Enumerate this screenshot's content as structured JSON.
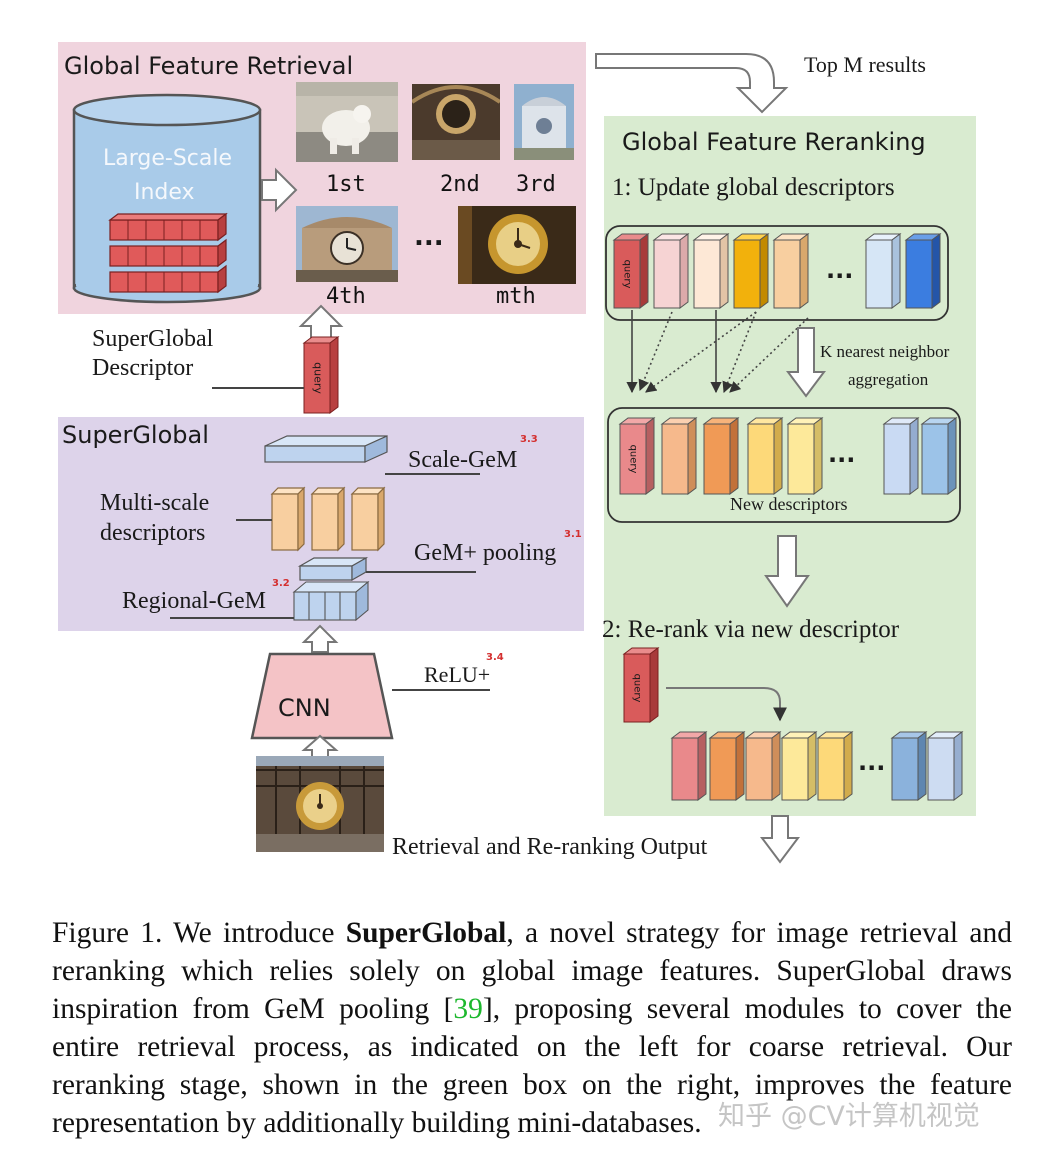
{
  "panels": {
    "global_feature_retrieval": "Global Feature Retrieval",
    "superglobal": "SuperGlobal",
    "global_feature_reranking": "Global Feature Reranking"
  },
  "index": {
    "line1": "Large-Scale",
    "line2": "Index"
  },
  "ranks": [
    "1st",
    "2nd",
    "3rd",
    "4th",
    "mth"
  ],
  "ellipsis": "...",
  "top_m": "Top M results",
  "descriptor_label": {
    "line1": "SuperGlobal",
    "line2": "Descriptor"
  },
  "query": "query",
  "modules": {
    "scale_gem": "Scale-GeM",
    "scale_gem_ref": "3.3",
    "multiscale": {
      "line1": "Multi-scale",
      "line2": "descriptors"
    },
    "gem_plus": "GeM+ pooling",
    "gem_plus_ref": "3.1",
    "regional_gem": "Regional-GeM",
    "regional_gem_ref": "3.2",
    "cnn": "CNN",
    "relu": "ReLU+",
    "relu_ref": "3.4"
  },
  "rerank": {
    "step1": "1: Update global descriptors",
    "knn": {
      "line1": "K nearest neighbor",
      "line2": "aggregation"
    },
    "new_descriptors": "New descriptors",
    "step2": "2: Re-rank via new descriptor"
  },
  "output": "Retrieval and Re-ranking Output",
  "caption": {
    "p1": "Figure 1. We introduce ",
    "bold": "SuperGlobal",
    "p2": ", a novel strategy for image retrieval and reranking which relies solely on global image features. SuperGlobal draws inspiration from GeM pooling [",
    "cite": "39",
    "p3": "], proposing several modules to cover the entire retrieval process, as indicated on the left for coarse retrieval. Our reranking stage, shown in the green box on the right, improves the feature representation by additionally building mini-databases."
  },
  "watermark": "知乎 @CV计算机视觉",
  "colors": {
    "retrieval_panel": "#f0d4de",
    "superglobal_panel": "#ddd3ea",
    "reranking_panel": "#d9ebd0",
    "query_red": "#d95b5b",
    "ref_red": "#d43030",
    "cite_green": "#1db82e"
  }
}
